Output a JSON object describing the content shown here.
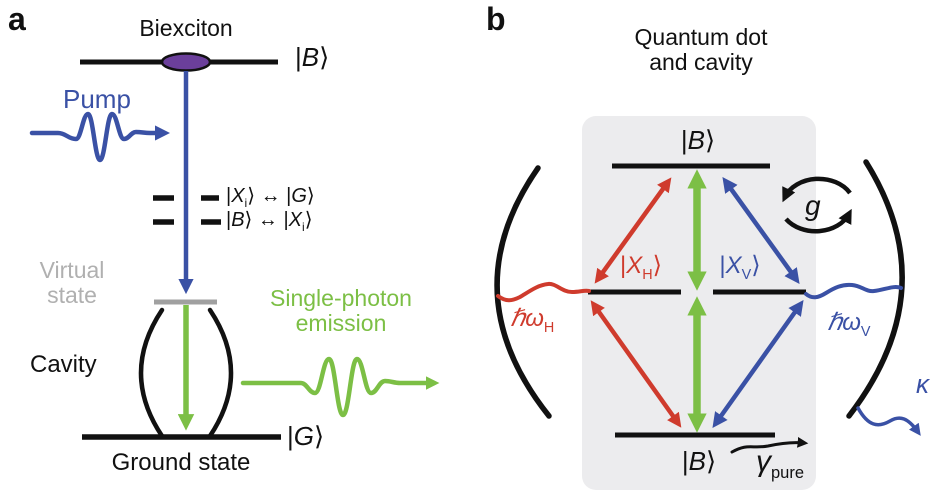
{
  "panel_a": {
    "label": "a",
    "title": "Biexciton",
    "pump_label": "Pump",
    "biexciton_ket": {
      "pre": "|",
      "letter": "B",
      "post": "⟩"
    },
    "ground_ket": {
      "pre": "|",
      "letter": "G",
      "post": "⟩"
    },
    "transition_1": {
      "p1": "|",
      "i1": "X",
      "s1": "i",
      "p2": "⟩ ↔ |",
      "i2": "G",
      "p3": "⟩"
    },
    "transition_2": {
      "p1": "|",
      "i1": "B",
      "p2": "⟩ ↔ |",
      "i2": "X",
      "s2": "i",
      "p3": "⟩"
    },
    "virtual_state_line1": "Virtual",
    "virtual_state_line2": "state",
    "cavity_label": "Cavity",
    "emission_line1": "Single-photon",
    "emission_line2": "emission",
    "ground_label": "Ground state"
  },
  "panel_b": {
    "label": "b",
    "title_line1": "Quantum dot",
    "title_line2": "and cavity",
    "b_top_ket": {
      "pre": "|",
      "letter": "B",
      "post": "⟩"
    },
    "b_bottom_ket": {
      "pre": "|",
      "letter": "B",
      "post": "⟩"
    },
    "xh_ket": {
      "pre": "|",
      "letter": "X",
      "sub": "H",
      "post": "⟩"
    },
    "xv_ket": {
      "pre": "|",
      "letter": "X",
      "sub": "V",
      "post": "⟩"
    },
    "coupling_label": "g",
    "photon_h": {
      "main": "ℏω",
      "sub": "H"
    },
    "photon_v": {
      "main": "ℏω",
      "sub": "V"
    },
    "kappa_label": "κ",
    "gamma": {
      "main": "γ",
      "sub": "pure"
    }
  },
  "colors": {
    "blue": "#3a51a5",
    "red": "#cf3b2d",
    "green": "#7cbf45",
    "purple": "#6b3f9b",
    "gray_text": "#b0b0b0",
    "gray_line": "#a0a0a0",
    "box_gray": "#ececee",
    "black": "#111111"
  }
}
